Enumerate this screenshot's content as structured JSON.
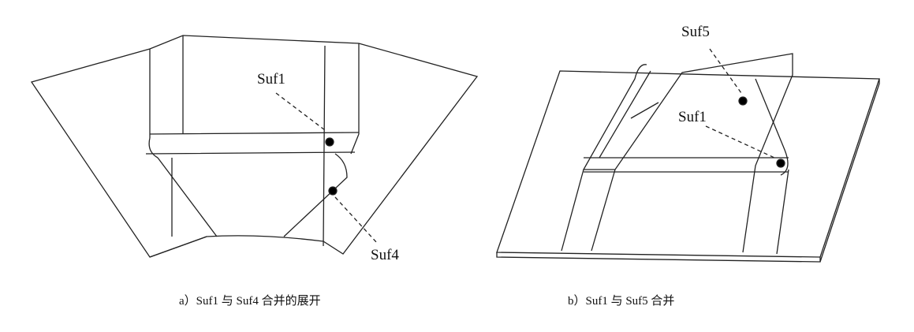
{
  "figure_a": {
    "labels": {
      "suf1": "Suf1",
      "suf4": "Suf4"
    },
    "caption": "a）Suf1 与 Suf4 合并的展开"
  },
  "figure_b": {
    "labels": {
      "suf5": "Suf5",
      "suf1": "Suf1"
    },
    "caption": "b）Suf1 与 Suf5 合并"
  },
  "colors": {
    "line": "#222222",
    "background": "#ffffff"
  }
}
